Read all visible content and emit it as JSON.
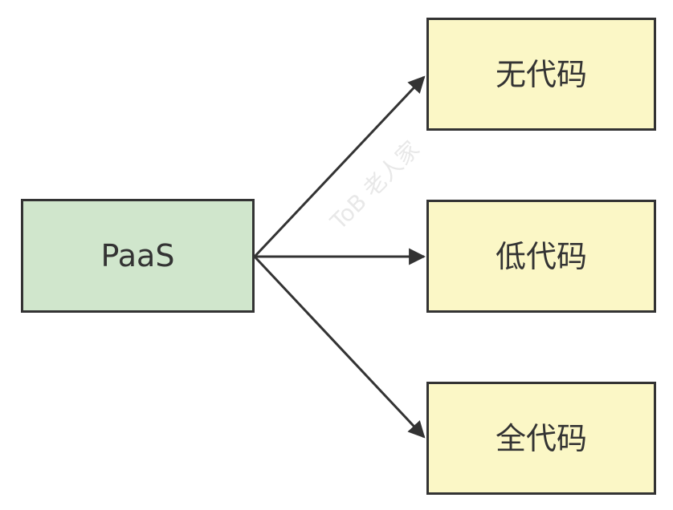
{
  "diagram": {
    "source": {
      "label": "PaaS",
      "fill": "#d0e6cc"
    },
    "targets": [
      {
        "label": "无代码",
        "fill": "#fbf7c6"
      },
      {
        "label": "低代码",
        "fill": "#fbf7c6"
      },
      {
        "label": "全代码",
        "fill": "#fbf7c6"
      }
    ],
    "edges": [
      {
        "from": "PaaS",
        "to": "无代码"
      },
      {
        "from": "PaaS",
        "to": "低代码"
      },
      {
        "from": "PaaS",
        "to": "全代码"
      }
    ],
    "stroke_color": "#333333"
  },
  "watermark": {
    "text": "ToB 老人家"
  }
}
